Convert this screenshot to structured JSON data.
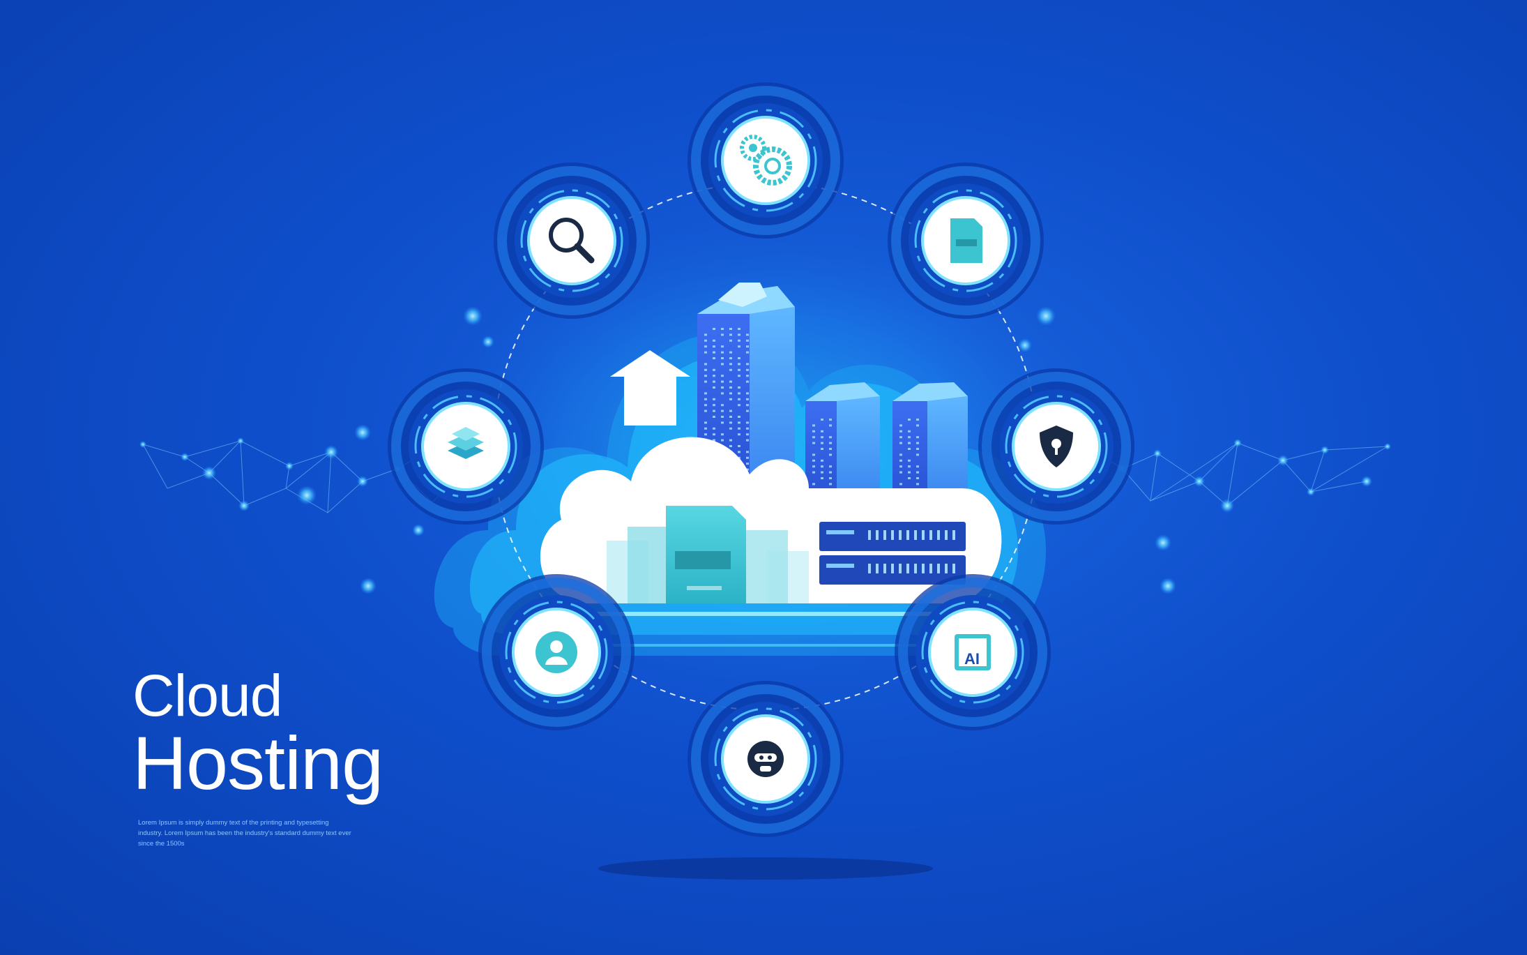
{
  "headline": {
    "line1": "Cloud",
    "line2": "Hosting"
  },
  "blurb": "Lorem Ipsum is simply dummy text of the printing and typesetting industry. Lorem Ipsum has been the industry's standard dummy text ever since the 1500s",
  "icons": {
    "top": "gears-icon",
    "upper_left": "magnifier-icon",
    "upper_right": "document-icon",
    "left": "stacked-books-icon",
    "right": "shield-lock-icon",
    "lower_left": "user-icon",
    "lower_right": "ai-chip-icon",
    "bottom": "robot-head-icon"
  },
  "ai_chip_label": "AI",
  "colors": {
    "background": "#0f4fcc",
    "cloud_white": "#ffffff",
    "teal_accent": "#3cc4d0",
    "cyan_glow": "#22c6ff",
    "building_blue": "#2f5fe0",
    "server_navy": "#1f3fa8"
  }
}
